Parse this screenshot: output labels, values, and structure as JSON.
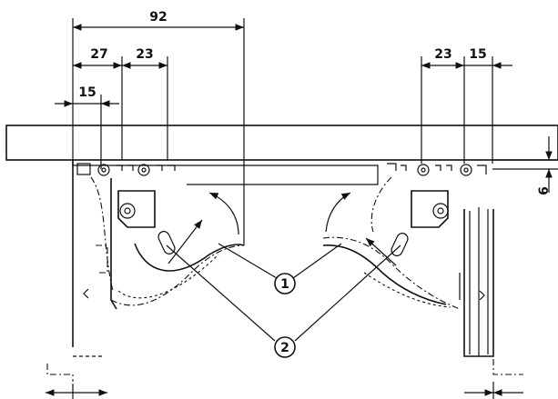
{
  "dimensions": {
    "overall_width": "92",
    "left_offset": "27",
    "left_hinge_spacing": "23",
    "left_edge": "15",
    "right_hinge_spacing": "23",
    "right_edge": "15",
    "thickness": "6"
  },
  "callouts": {
    "one": "1",
    "two": "2"
  }
}
